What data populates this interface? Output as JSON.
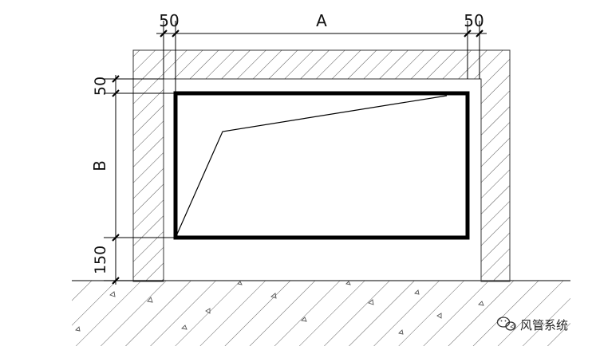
{
  "diagram": {
    "labels": {
      "dim_top_left": "50",
      "dim_top_width": "A",
      "dim_top_right": "50",
      "dim_left_top": "50",
      "dim_left_height": "B",
      "dim_left_bottom": "150"
    },
    "watermark": {
      "icon": "wechat-icon",
      "text": "风管系统"
    }
  }
}
